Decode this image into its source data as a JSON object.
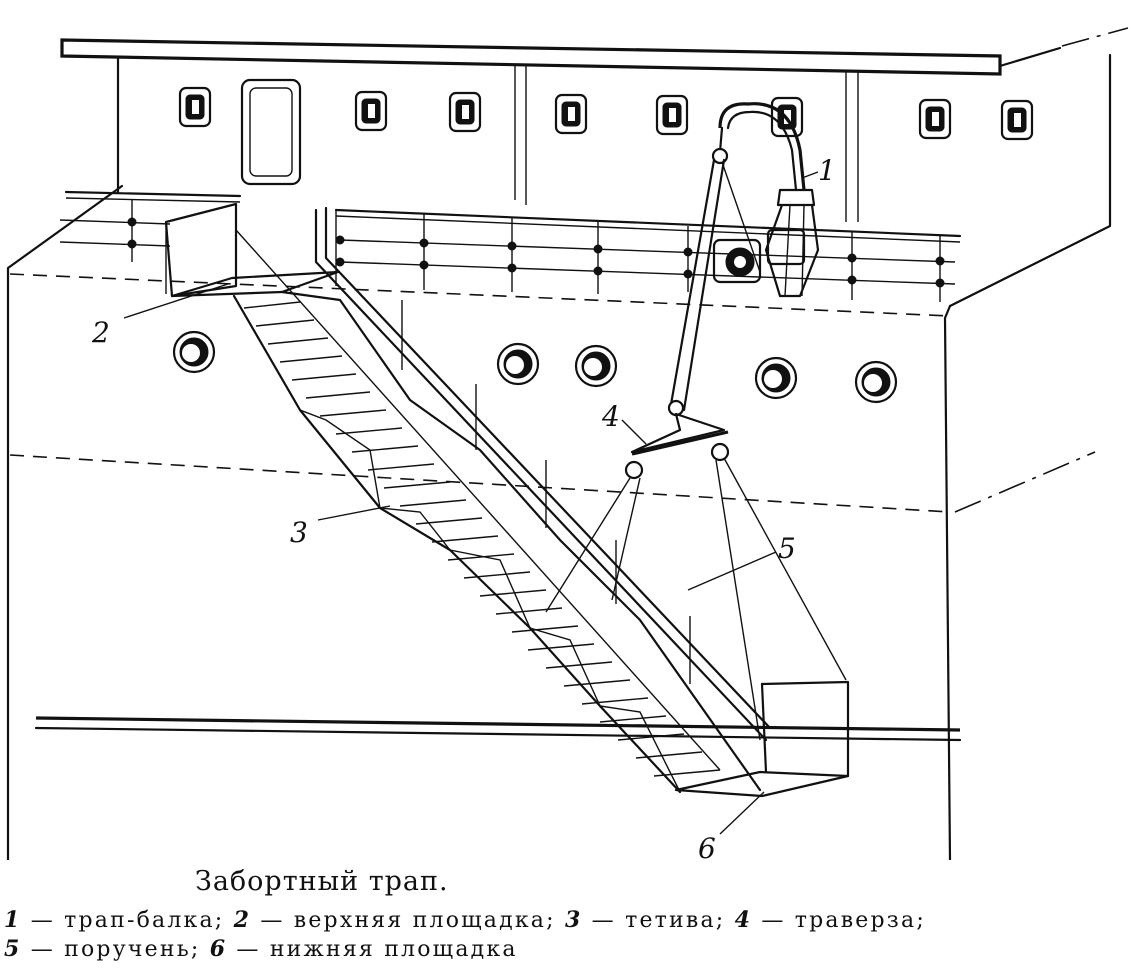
{
  "figure": {
    "title": "Забортный трап.",
    "callouts": [
      "1",
      "2",
      "3",
      "4",
      "5",
      "6"
    ],
    "legend": [
      {
        "num": "1",
        "text": "трап-балка;"
      },
      {
        "num": "2",
        "text": "верхняя площадка;"
      },
      {
        "num": "3",
        "text": "тетива;"
      },
      {
        "num": "4",
        "text": "траверза;"
      },
      {
        "num": "5",
        "text": "поручень;"
      },
      {
        "num": "6",
        "text": "нижняя площадка"
      }
    ],
    "separator": "—"
  }
}
